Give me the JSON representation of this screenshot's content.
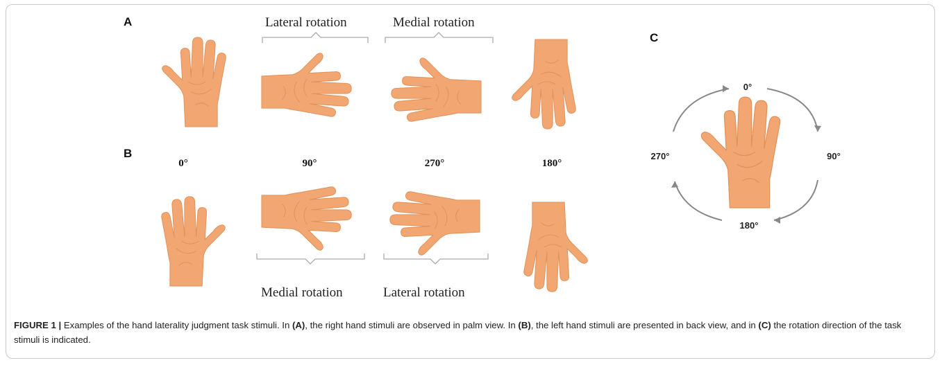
{
  "panels": {
    "a": "A",
    "b": "B",
    "c": "C"
  },
  "row_a": {
    "bracket_left": "Lateral rotation",
    "bracket_right": "Medial rotation"
  },
  "row_b": {
    "bracket_left": "Medial rotation",
    "bracket_right": "Lateral rotation"
  },
  "degrees": [
    "0°",
    "90°",
    "270°",
    "180°"
  ],
  "panel_c": {
    "top": "0°",
    "right": "90°",
    "bottom": "180°",
    "left": "270°"
  },
  "colors": {
    "skin": "#f2a772",
    "skin_shadow": "#d98a55",
    "arrow": "#888888"
  },
  "caption": {
    "figure_label": "FIGURE 1 |",
    "part1": " Examples of the hand laterality judgment task stimuli. In ",
    "ref_a": "(A)",
    "part2": ", the right hand stimuli are observed in palm view. In ",
    "ref_b": "(B)",
    "part3": ", the left hand stimuli are presented in back view, and in ",
    "ref_c": "(C)",
    "part4": " the rotation direction of the task stimuli is indicated."
  }
}
